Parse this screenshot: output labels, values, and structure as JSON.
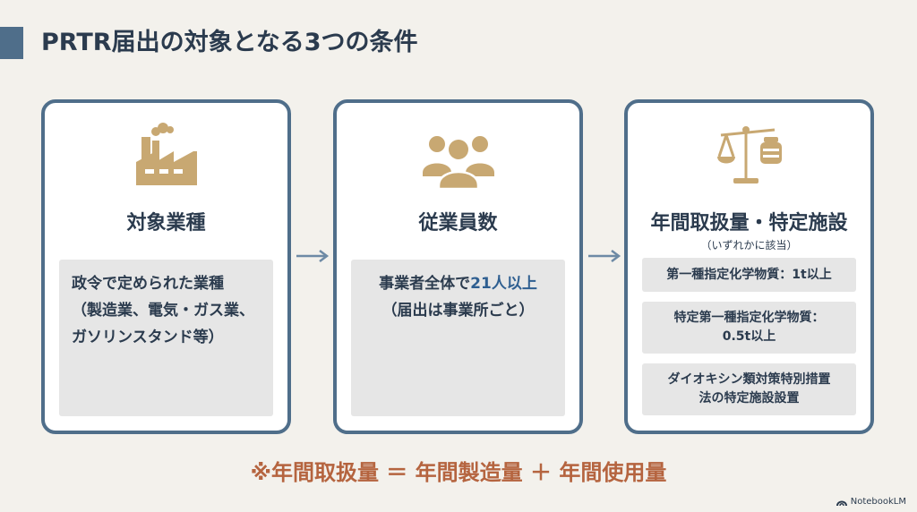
{
  "title": "PRTR届出の対象となる3つの条件",
  "cards": [
    {
      "heading": "対象業種",
      "icon": "factory-icon",
      "lines": [
        "政令で定められた業種",
        "（製造業、電気・ガス業、",
        "ガソリンスタンド等）"
      ]
    },
    {
      "heading": "従業員数",
      "icon": "people-icon",
      "line1_prefix": "事業者全体で",
      "line1_accent": "21人以上",
      "line2": "（届出は事業所ごと）"
    },
    {
      "heading": "年間取扱量・特定施設",
      "subheading": "（いずれかに該当）",
      "icon": "scale-icon",
      "conditions": [
        [
          "第一種指定化学物質：1t以上"
        ],
        [
          "特定第一種指定化学物質：",
          "0.5t以上"
        ],
        [
          "ダイオキシン類対策特別措置",
          "法の特定施設設置"
        ]
      ]
    }
  ],
  "footnote": "※年間取扱量 ＝ 年間製造量 ＋ 年間使用量",
  "brand": "NotebookLM",
  "colors": {
    "accent_border": "#4f6e8a",
    "icon_gold": "#c8a872",
    "footnote": "#b5643f",
    "highlight": "#2f5f91"
  }
}
